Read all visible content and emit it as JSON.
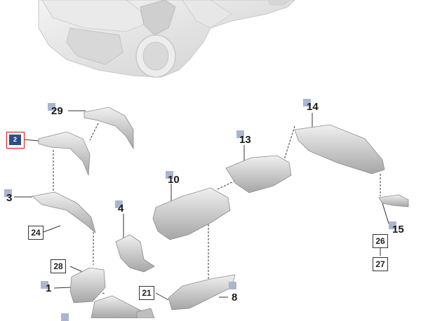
{
  "diagram": {
    "selected_callout": "2",
    "callouts": [
      {
        "id": "c29",
        "label": "29"
      },
      {
        "id": "c3",
        "label": "3"
      },
      {
        "id": "c4",
        "label": "4"
      },
      {
        "id": "c10",
        "label": "10"
      },
      {
        "id": "c13",
        "label": "13"
      },
      {
        "id": "c14",
        "label": "14"
      },
      {
        "id": "c15",
        "label": "15"
      },
      {
        "id": "c1",
        "label": "1"
      },
      {
        "id": "c8",
        "label": "8"
      }
    ],
    "boxed_callouts": [
      {
        "id": "b24",
        "label": "24"
      },
      {
        "id": "b28",
        "label": "28"
      },
      {
        "id": "b21",
        "label": "21"
      },
      {
        "id": "b26",
        "label": "26"
      },
      {
        "id": "b27",
        "label": "27"
      }
    ],
    "colors": {
      "marker": "#aab6cf",
      "selected_fill": "#2e4f86",
      "selected_border": "#dd1111",
      "part_light": "#e6e6e6",
      "part_shadow": "#a9a9a9",
      "line": "#333333"
    }
  }
}
